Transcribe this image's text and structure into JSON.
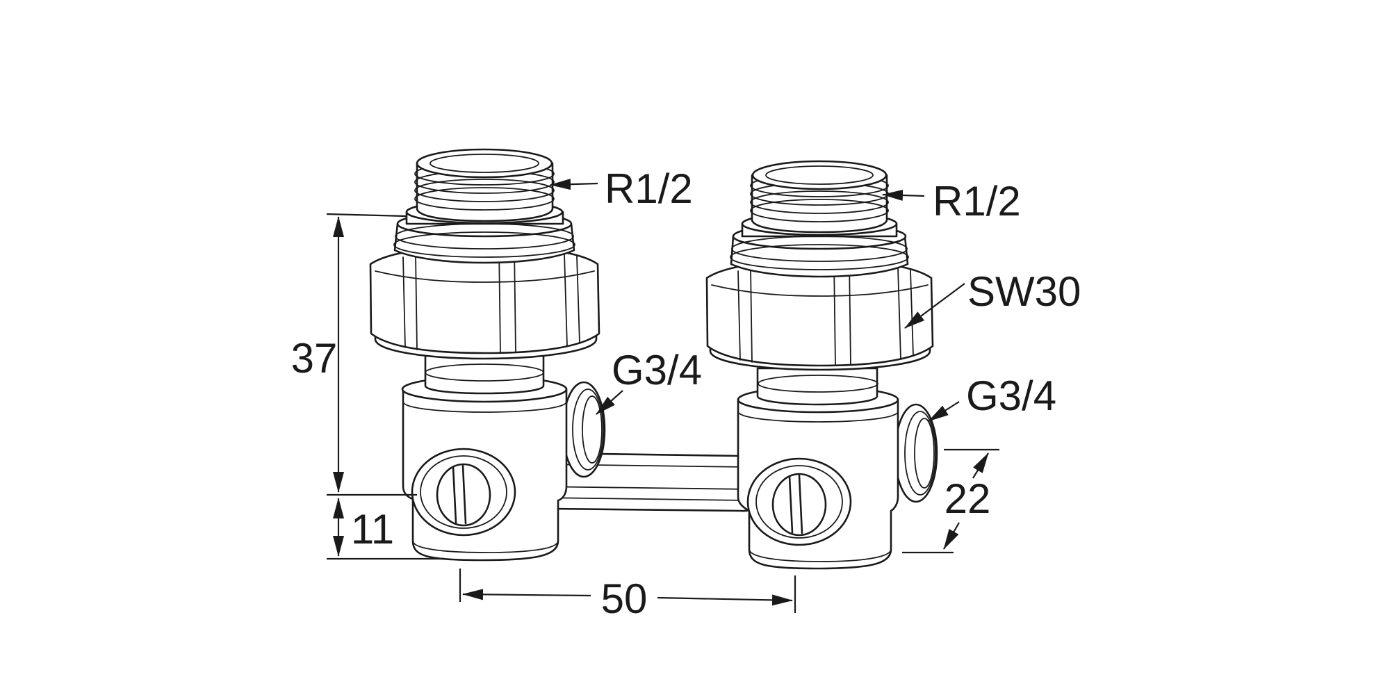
{
  "labels": {
    "thread_left": "R1/2",
    "thread_right": "R1/2",
    "wrench_size": "SW30",
    "port_left": "G3/4",
    "port_right": "G3/4"
  },
  "dimensions": {
    "height_total": "37",
    "height_lower": "11",
    "center_distance": "50",
    "side_offset": "22"
  },
  "colors": {
    "line": "#1a1a1a",
    "background": "#ffffff"
  }
}
